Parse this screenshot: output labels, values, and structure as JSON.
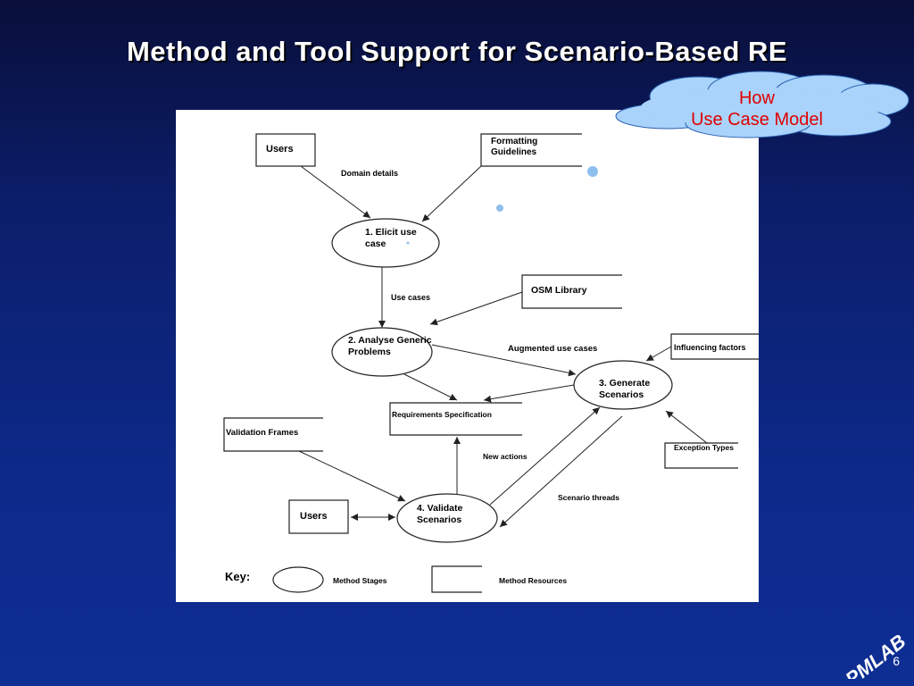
{
  "slide": {
    "title": "Method and Tool Support for Scenario-Based RE",
    "page_number": "6"
  },
  "callout": {
    "line1": "How",
    "line2": "Use Case Model"
  },
  "logo": {
    "text": "PMLAB"
  },
  "diagram": {
    "stages": {
      "elicit": [
        "1. Elicit use",
        "case"
      ],
      "analyse": [
        "2. Analyse Generic",
        "Problems"
      ],
      "generate": [
        "3. Generate",
        "Scenarios"
      ],
      "validate": [
        "4. Validate",
        "Scenarios"
      ]
    },
    "resources": {
      "users_top": "Users",
      "formatting": [
        "Formatting",
        "Guidelines"
      ],
      "osm": "OSM Library",
      "influencing": "Influencing factors",
      "requirements": "Requirements Specification",
      "validation_frames": "Validation Frames",
      "exception": "Exception Types",
      "users_bottom": "Users"
    },
    "flows": {
      "domain_details": "Domain details",
      "use_cases": "Use cases",
      "augmented": "Augmented use cases",
      "new_actions": "New actions",
      "scenario_threads": "Scenario threads"
    },
    "key": {
      "label": "Key:",
      "stages": "Method Stages",
      "resources": "Method Resources"
    }
  }
}
